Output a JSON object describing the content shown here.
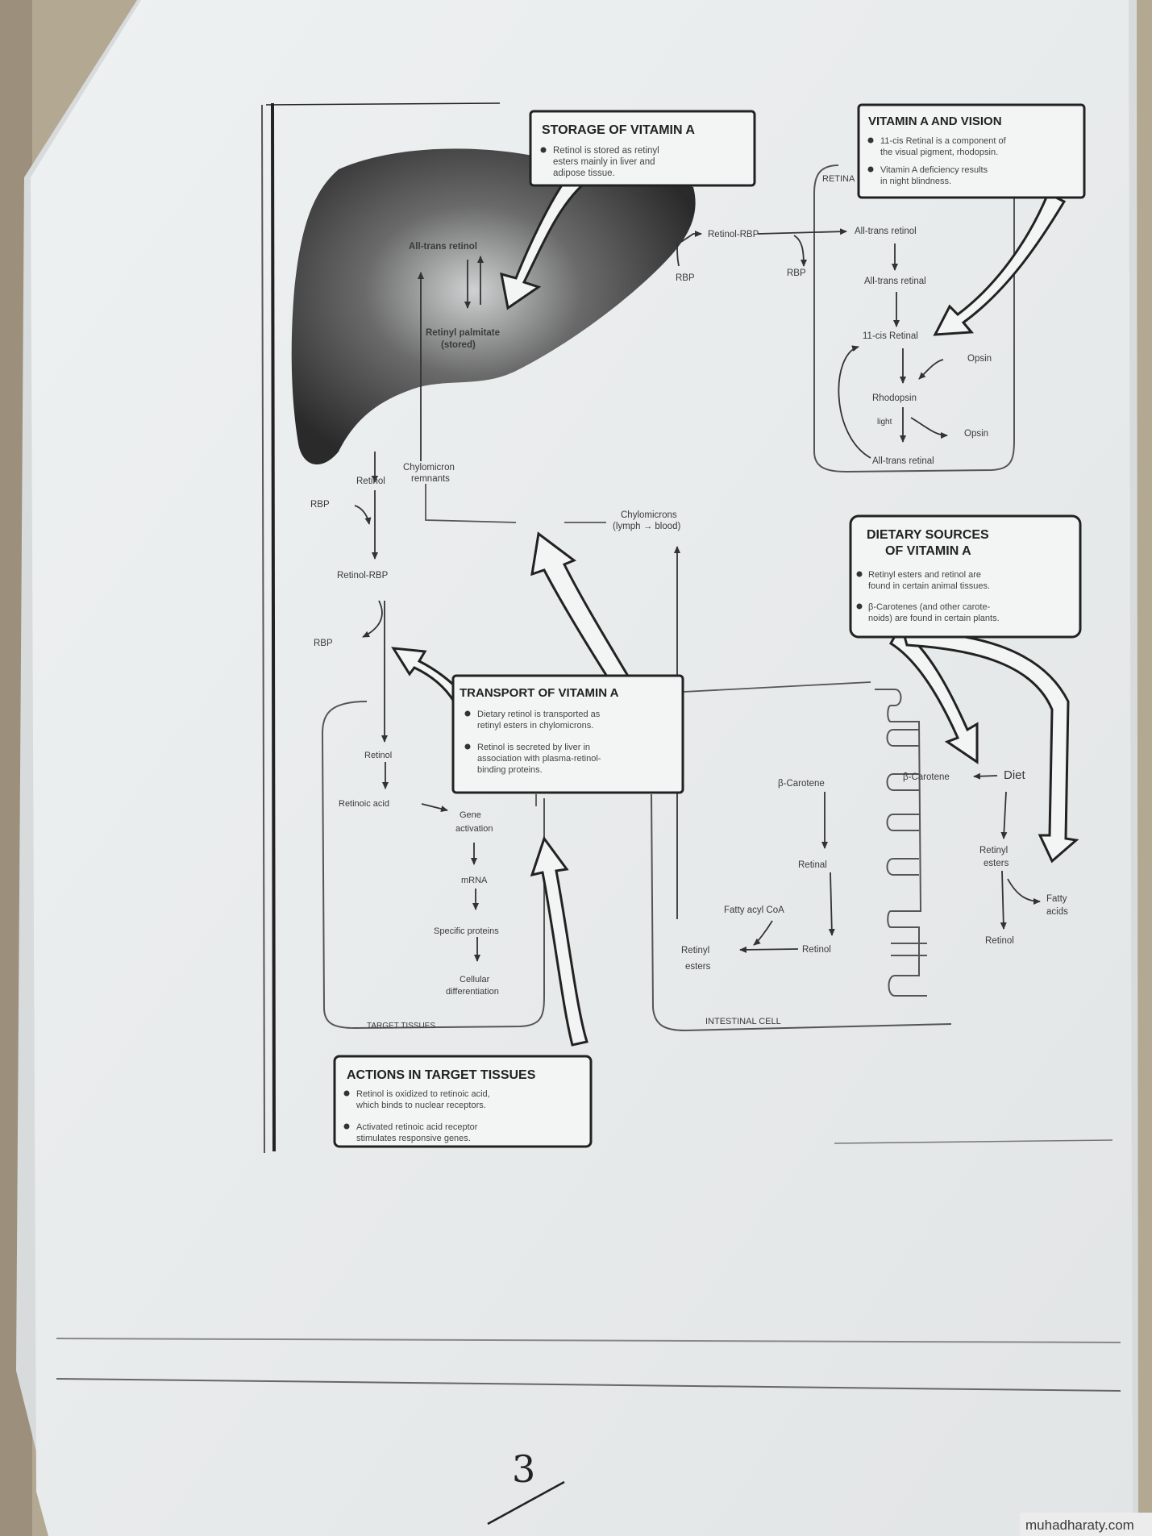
{
  "storage_box": {
    "title": "STORAGE OF VITAMIN A",
    "lines": [
      "Retinol is stored as retinyl",
      "esters mainly in liver and",
      "adipose tissue."
    ]
  },
  "vision_box": {
    "title": "VITAMIN A AND VISION",
    "bullet1": [
      "11-cis Retinal is a component of",
      "the visual pigment, rhodopsin."
    ],
    "bullet2": [
      "Vitamin A deficiency results",
      "in night blindness."
    ]
  },
  "dietary_box": {
    "title1": "DIETARY SOURCES",
    "title2": "OF VITAMIN A",
    "bullet1": [
      "Retinyl esters and retinol are",
      "found in certain animal tissues."
    ],
    "bullet2": [
      "β-Carotenes (and other carote-",
      "noids) are found in certain plants."
    ]
  },
  "transport_box": {
    "title": "TRANSPORT OF VITAMIN A",
    "bullet1": [
      "Dietary retinol is transported as",
      "retinyl esters in chylomicrons."
    ],
    "bullet2": [
      "Retinol is secreted by liver in",
      "association with plasma-retinol-",
      "binding proteins."
    ]
  },
  "actions_box": {
    "title": "ACTIONS IN TARGET TISSUES",
    "bullet1": [
      "Retinol is oxidized to retinoic acid,",
      "which binds to nuclear receptors."
    ],
    "bullet2": [
      "Activated retinoic acid receptor",
      "stimulates responsive genes."
    ]
  },
  "liver": {
    "all_trans_retinol": "All-trans retinol",
    "retinyl_palmitate": "Retinyl palmitate",
    "stored": "(stored)",
    "retinol_rbp": "Retinol-RBP",
    "rbp": "RBP",
    "retinol": "Retinol",
    "chylo_remnants_1": "Chylomicron",
    "chylo_remnants_2": "remnants"
  },
  "retina": {
    "region_label": "RETINA",
    "all_trans_retinol": "All-trans retinol",
    "all_trans_retinal": "All-trans retinal",
    "cis_retinal": "11-cis Retinal",
    "opsin": "Opsin",
    "rhodopsin": "Rhodopsin",
    "light": "light",
    "opsin2": "Opsin",
    "all_trans_retinal2": "All-trans retinal",
    "rbp": "RBP"
  },
  "circulation": {
    "rbp1": "RBP",
    "retinol_rbp": "Retinol-RBP",
    "rbp2": "RBP",
    "chylomicrons": "Chylomicrons",
    "lymph_blood": "(lymph → blood)"
  },
  "target": {
    "retinol": "Retinol",
    "retinoic_acid": "Retinoic acid",
    "gene_1": "Gene",
    "gene_2": "activation",
    "mrna": "mRNA",
    "specific_proteins": "Specific proteins",
    "cellular_1": "Cellular",
    "cellular_2": "differentiation",
    "label": "TARGET TISSUES"
  },
  "intestine": {
    "beta_carotene": "β-Carotene",
    "beta_carotene2": "β-Carotene",
    "diet": "Diet",
    "retinal": "Retinal",
    "fatty_acyl_coa": "Fatty acyl CoA",
    "retinol": "Retinol",
    "retinyl_esters_1": "Retinyl",
    "retinyl_esters_2": "esters",
    "retinyl_esters_r1": "Retinyl",
    "retinyl_esters_r2": "esters",
    "fatty_acids_1": "Fatty",
    "fatty_acids_2": "acids",
    "retinol2": "Retinol",
    "label": "INTESTINAL CELL"
  },
  "page_number": "3",
  "watermark": "muhadharaty.com"
}
